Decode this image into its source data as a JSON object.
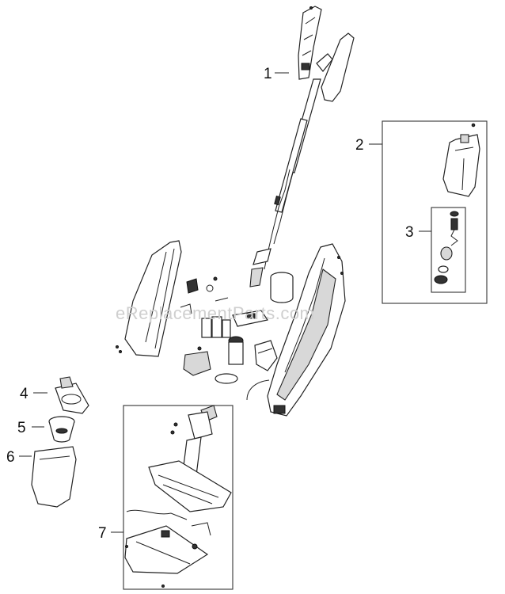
{
  "watermark": "eReplacementParts.com",
  "callouts": [
    {
      "id": "1",
      "text": "1"
    },
    {
      "id": "2",
      "text": "2"
    },
    {
      "id": "3",
      "text": "3"
    },
    {
      "id": "4",
      "text": "4"
    },
    {
      "id": "5",
      "text": "5"
    },
    {
      "id": "6",
      "text": "6"
    },
    {
      "id": "7",
      "text": "7"
    }
  ]
}
